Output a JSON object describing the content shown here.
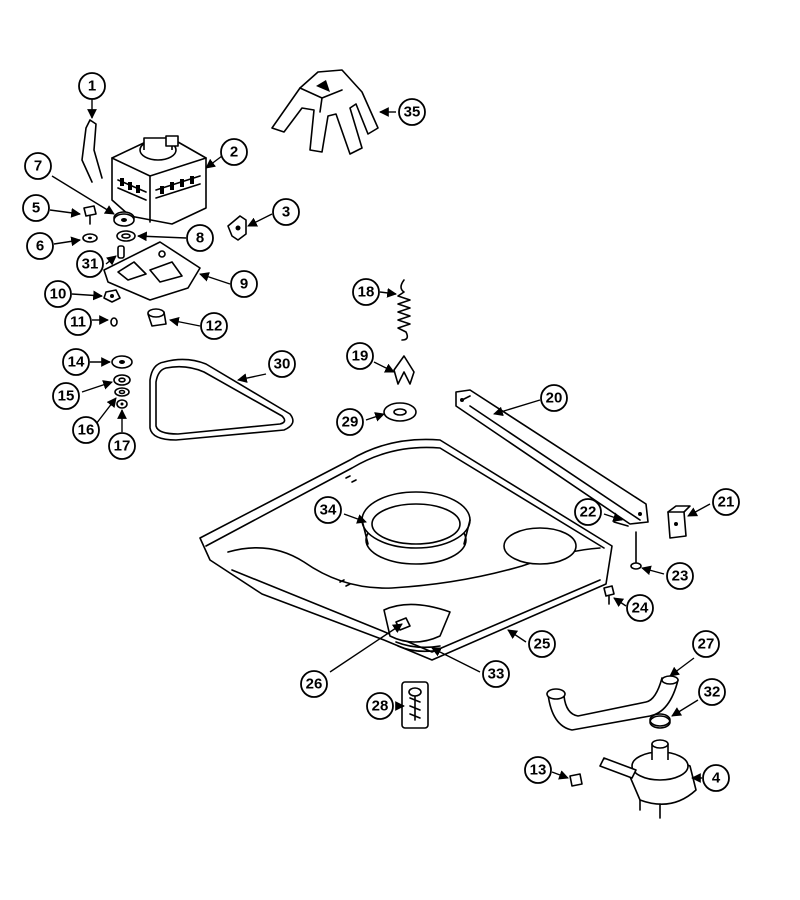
{
  "callouts": [
    {
      "label": "1"
    },
    {
      "label": "2"
    },
    {
      "label": "3"
    },
    {
      "label": "4"
    },
    {
      "label": "5"
    },
    {
      "label": "6"
    },
    {
      "label": "7"
    },
    {
      "label": "8"
    },
    {
      "label": "9"
    },
    {
      "label": "10"
    },
    {
      "label": "11"
    },
    {
      "label": "12"
    },
    {
      "label": "13"
    },
    {
      "label": "14"
    },
    {
      "label": "15"
    },
    {
      "label": "16"
    },
    {
      "label": "17"
    },
    {
      "label": "18"
    },
    {
      "label": "19"
    },
    {
      "label": "20"
    },
    {
      "label": "21"
    },
    {
      "label": "22"
    },
    {
      "label": "23"
    },
    {
      "label": "24"
    },
    {
      "label": "25"
    },
    {
      "label": "26"
    },
    {
      "label": "27"
    },
    {
      "label": "28"
    },
    {
      "label": "29"
    },
    {
      "label": "30"
    },
    {
      "label": "31"
    },
    {
      "label": "32"
    },
    {
      "label": "33"
    },
    {
      "label": "34"
    },
    {
      "label": "35"
    }
  ]
}
